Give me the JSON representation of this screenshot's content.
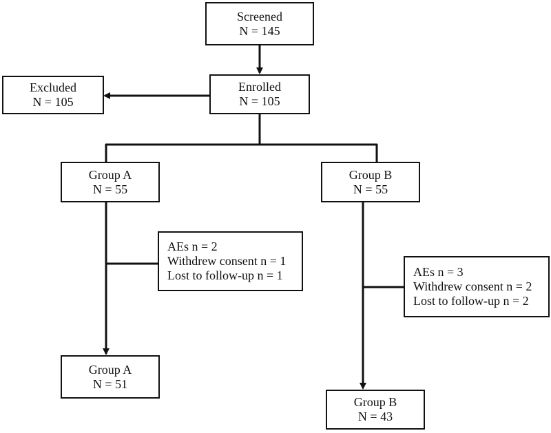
{
  "screened": {
    "title": "Screened",
    "count": "N = 145"
  },
  "enrolled": {
    "title": "Enrolled",
    "count": "N = 105"
  },
  "excluded": {
    "title": "Excluded",
    "count": "N = 105"
  },
  "group_a_start": {
    "title": "Group A",
    "count": "N = 55"
  },
  "group_b_start": {
    "title": "Group B",
    "count": "N = 55"
  },
  "group_a_dropouts": {
    "aes": "AEs n = 2",
    "withdrew": "Withdrew consent n = 1",
    "lost": "Lost to follow-up n = 1"
  },
  "group_b_dropouts": {
    "aes": "AEs n = 3",
    "withdrew": "Withdrew consent n = 2",
    "lost": "Lost to follow-up n = 2"
  },
  "group_a_end": {
    "title": "Group A",
    "count": "N = 51"
  },
  "group_b_end": {
    "title": "Group B",
    "count": "N = 43"
  },
  "colors": {
    "line": "#111111",
    "background": "#ffffff"
  }
}
